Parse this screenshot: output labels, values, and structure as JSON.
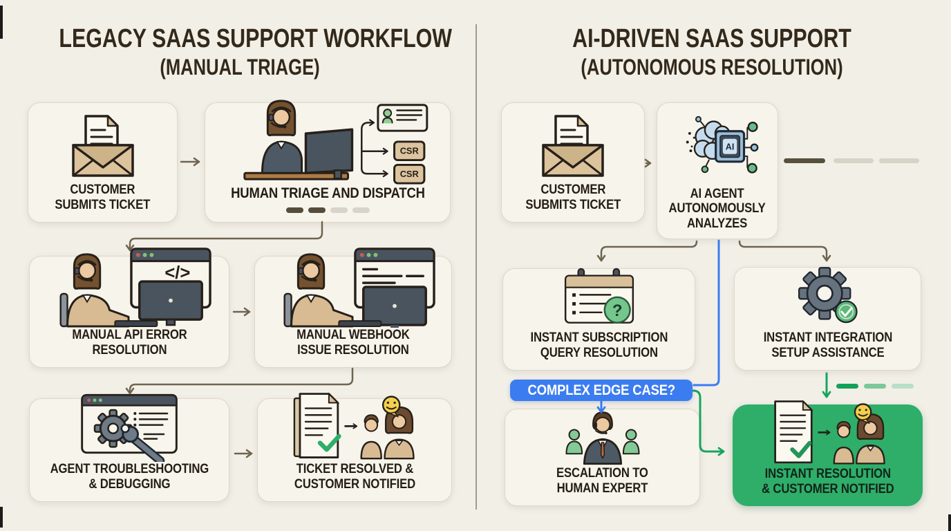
{
  "meta": {
    "kind": "comparison-flowchart"
  },
  "colors": {
    "background": "#f2efe7",
    "card": "#f7f4ec",
    "ink": "#241d14",
    "title": "#33291a",
    "arrow_brown": "#6e6450",
    "accent_blue": "#3b7cf0",
    "accent_green": "#2fae69",
    "green_line": "#18a45f",
    "divider": "#a39c8d"
  },
  "left_panel": {
    "title": "LEGACY SAAS SUPPORT WORKFLOW",
    "subtitle": "(MANUAL TRIAGE)",
    "nodes": {
      "submit": {
        "label": "CUSTOMER\nSUBMITS TICKET"
      },
      "triage": {
        "label": "HUMAN TRIAGE AND DISPATCH",
        "csr_tag_1": "CSR",
        "csr_tag_2": "CSR"
      },
      "api": {
        "label": "MANUAL API ERROR\nRESOLUTION",
        "code_glyph": "</>"
      },
      "webhook": {
        "label": "MANUAL WEBHOOK\nISSUE RESOLUTION"
      },
      "troubleshoot": {
        "label": "AGENT TROUBLESHOOTING\n& DEBUGGING"
      },
      "resolved": {
        "label": "TICKET RESOLVED &\nCUSTOMER NOTIFIED"
      }
    }
  },
  "right_panel": {
    "title": "AI-DRIVEN SAAS SUPPORT",
    "subtitle": "(AUTONOMOUS RESOLUTION)",
    "nodes": {
      "submit": {
        "label": "CUSTOMER\nSUBMITS TICKET"
      },
      "ai": {
        "label": "AI AGENT\nAUTONOMOUSLY\nANALYZES",
        "chip_text": "AI"
      },
      "subscription": {
        "label": "INSTANT SUBSCRIPTION\nQUERY RESOLUTION",
        "question_glyph": "?"
      },
      "integration": {
        "label": "INSTANT INTEGRATION\nSETUP ASSISTANCE"
      },
      "edge_case": {
        "label": "COMPLEX EDGE CASE?"
      },
      "escalation": {
        "label": "ESCALATION TO\nHUMAN EXPERT"
      },
      "instant": {
        "label": "INSTANT RESOLUTION\n& CUSTOMER NOTIFIED"
      }
    }
  }
}
